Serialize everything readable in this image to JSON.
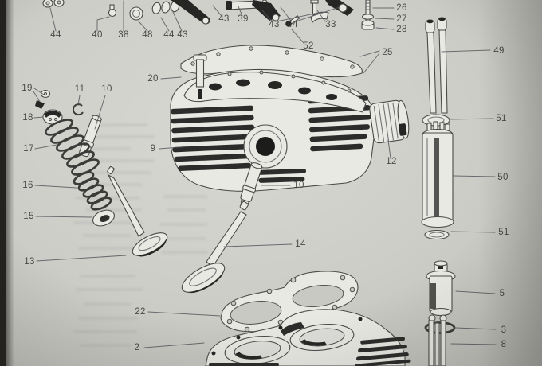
{
  "figure": {
    "callouts": [
      {
        "label": "44"
      },
      {
        "label": "40"
      },
      {
        "label": "38"
      },
      {
        "label": "48"
      },
      {
        "label": "44"
      },
      {
        "label": "43"
      },
      {
        "label": "43"
      },
      {
        "label": "39"
      },
      {
        "label": "43"
      },
      {
        "label": "44"
      },
      {
        "label": "33"
      },
      {
        "label": "52"
      },
      {
        "label": "26"
      },
      {
        "label": "27"
      },
      {
        "label": "28"
      },
      {
        "label": "25"
      },
      {
        "label": "49"
      },
      {
        "label": "20"
      },
      {
        "label": "51"
      },
      {
        "label": "9"
      },
      {
        "label": "12"
      },
      {
        "label": "50"
      },
      {
        "label": "10"
      },
      {
        "label": "11"
      },
      {
        "label": "19"
      },
      {
        "label": "18"
      },
      {
        "label": "17"
      },
      {
        "label": "16"
      },
      {
        "label": "15"
      },
      {
        "label": "13"
      },
      {
        "label": "10"
      },
      {
        "label": "14"
      },
      {
        "label": "5"
      },
      {
        "label": "22"
      },
      {
        "label": "3"
      },
      {
        "label": "2"
      },
      {
        "label": "8"
      },
      {
        "label": "51"
      }
    ],
    "colors": {
      "paper": "#cdcdc8",
      "ink": "#3e3e3d",
      "leader_line": "#54545a",
      "photo_edge": "#23221f"
    }
  }
}
